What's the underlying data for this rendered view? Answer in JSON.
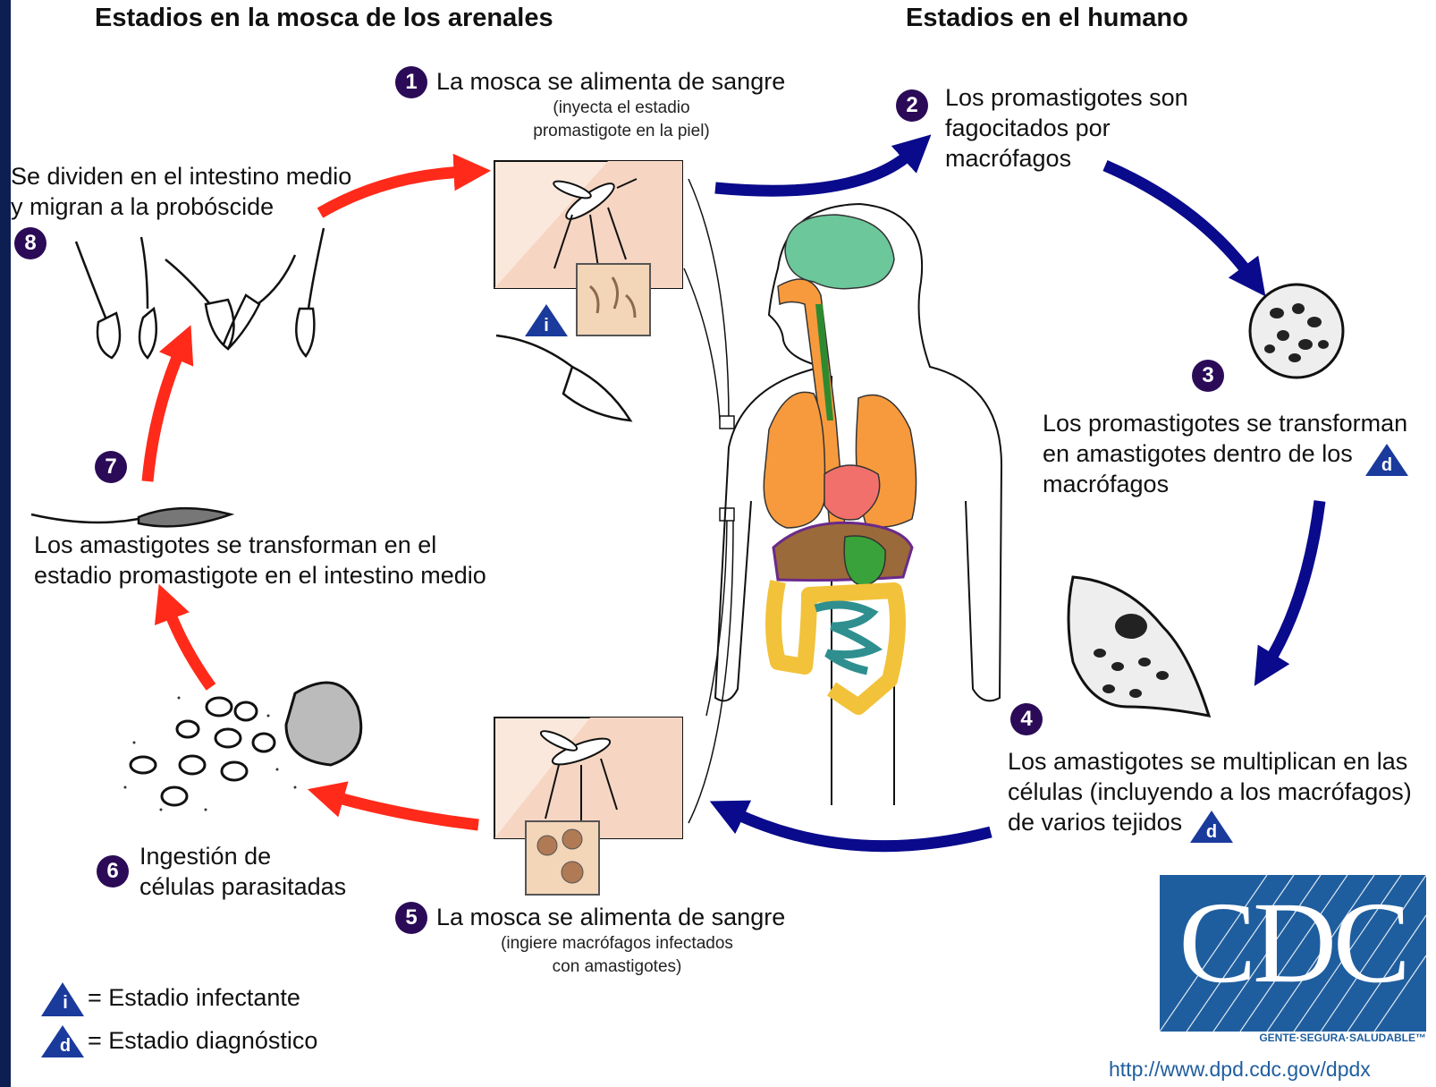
{
  "headings": {
    "sandfly": "Estadios en la mosca de los arenales",
    "human": "Estadios en el humano"
  },
  "steps": [
    {
      "num": "1",
      "title": "La mosca se alimenta de sangre",
      "detail": [
        "(inyecta el estadio",
        "promastigote en la piel)"
      ]
    },
    {
      "num": "2",
      "lines": [
        "Los promastigotes son",
        "fagocitados por",
        "macrófagos"
      ]
    },
    {
      "num": "3",
      "lines": [
        "Los promastigotes se transforman",
        "en amastigotes dentro de los",
        "macrófagos"
      ]
    },
    {
      "num": "4",
      "lines": [
        "Los amastigotes se multiplican en las",
        "células (incluyendo a los macrófagos)",
        "de varios tejidos"
      ]
    },
    {
      "num": "5",
      "title": "La mosca se alimenta de sangre",
      "detail": [
        "(ingiere macrófagos infectados",
        "con amastigotes)"
      ]
    },
    {
      "num": "6",
      "lines": [
        "Ingestión de",
        "células parasitadas"
      ]
    },
    {
      "num": "7",
      "lines": [
        "Los amastigotes se transforman en el",
        "estadio promastigote en el intestino medio"
      ]
    },
    {
      "num": "8",
      "lines": [
        "Se dividen en el intestino medio",
        "y migran a la probóscide"
      ]
    }
  ],
  "stage_markers": {
    "infective": "i",
    "diagnostic": "d"
  },
  "legend": {
    "infective": "= Estadio infectante",
    "diagnostic": "= Estadio diagnóstico"
  },
  "logo": {
    "text": "CDC",
    "tagline": "GENTE·SEGURA·SALUDABLE™"
  },
  "url": "http://www.dpd.cdc.gov/dpdx",
  "colors": {
    "fly_arrow": "#ff2a1a",
    "human_arrow": "#0a0a8c",
    "badge": "#2b0b57",
    "marker": "#1a3a9c",
    "cdc_blue": "#1f5e9e"
  }
}
